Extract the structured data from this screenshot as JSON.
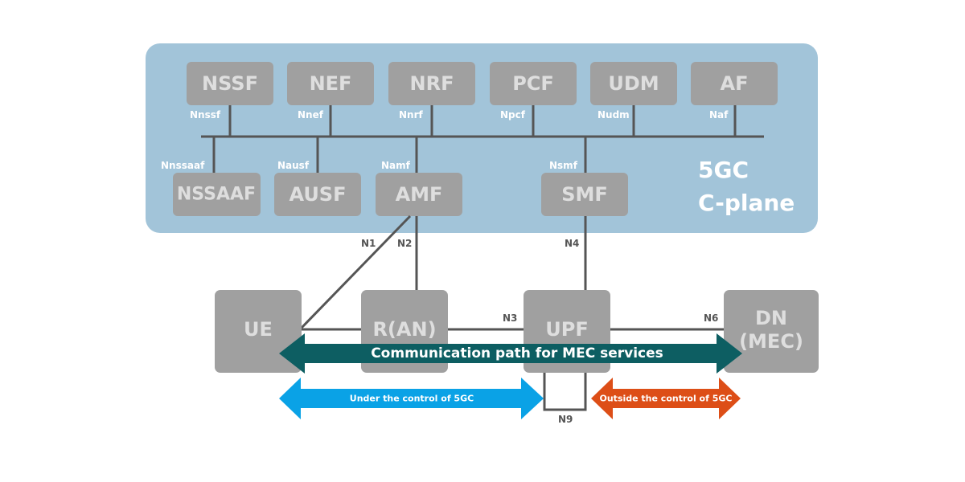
{
  "region": {
    "title_line1": "5GC",
    "title_line2": "C-plane",
    "color": "#a2c4d9"
  },
  "top_functions": [
    {
      "name": "NSSF",
      "interface": "Nnssf"
    },
    {
      "name": "NEF",
      "interface": "Nnef"
    },
    {
      "name": "NRF",
      "interface": "Nnrf"
    },
    {
      "name": "PCF",
      "interface": "Npcf"
    },
    {
      "name": "UDM",
      "interface": "Nudm"
    },
    {
      "name": "AF",
      "interface": "Naf"
    }
  ],
  "bottom_functions": [
    {
      "name": "NSSAAF",
      "interface": "Nnssaaf"
    },
    {
      "name": "AUSF",
      "interface": "Nausf"
    },
    {
      "name": "AMF",
      "interface": "Namf"
    },
    {
      "name": "SMF",
      "interface": "Nsmf"
    }
  ],
  "user_plane": {
    "ue": "UE",
    "ran": "R(AN)",
    "upf": "UPF",
    "dn_line1": "DN",
    "dn_line2": "(MEC)"
  },
  "reference_points": {
    "n1": "N1",
    "n2": "N2",
    "n3": "N3",
    "n4": "N4",
    "n6": "N6",
    "n9": "N9"
  },
  "arrows": {
    "main": {
      "label": "Communication path for MEC services",
      "color": "#0d5e62"
    },
    "under": {
      "label": "Under the control of 5GC",
      "color": "#0aa2e6"
    },
    "outside": {
      "label": "Outside the control of 5GC",
      "color": "#dd4e17"
    }
  }
}
